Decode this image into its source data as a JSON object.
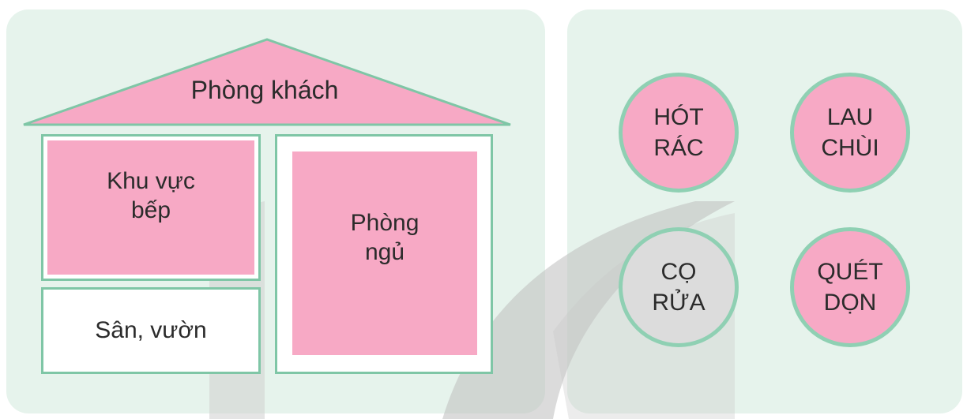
{
  "colors": {
    "panel_bg": "#e6f3ec",
    "pink": "#f7a9c5",
    "green_line": "#7fc6a6",
    "grey": "#dcdcdc"
  },
  "house": {
    "roof_label": "Phòng khách",
    "kitchen_label_line1": "Khu vực",
    "kitchen_label_line2": "bếp",
    "bedroom_label_line1": "Phòng",
    "bedroom_label_line2": "ngủ",
    "yard_label": "Sân, vườn"
  },
  "tasks": [
    {
      "line1": "HÓT",
      "line2": "RÁC",
      "color": "pink"
    },
    {
      "line1": "LAU",
      "line2": "CHÙI",
      "color": "pink"
    },
    {
      "line1": "CỌ",
      "line2": "RỬA",
      "color": "grey"
    },
    {
      "line1": "QUÉT",
      "line2": "DỌN",
      "color": "pink"
    }
  ]
}
